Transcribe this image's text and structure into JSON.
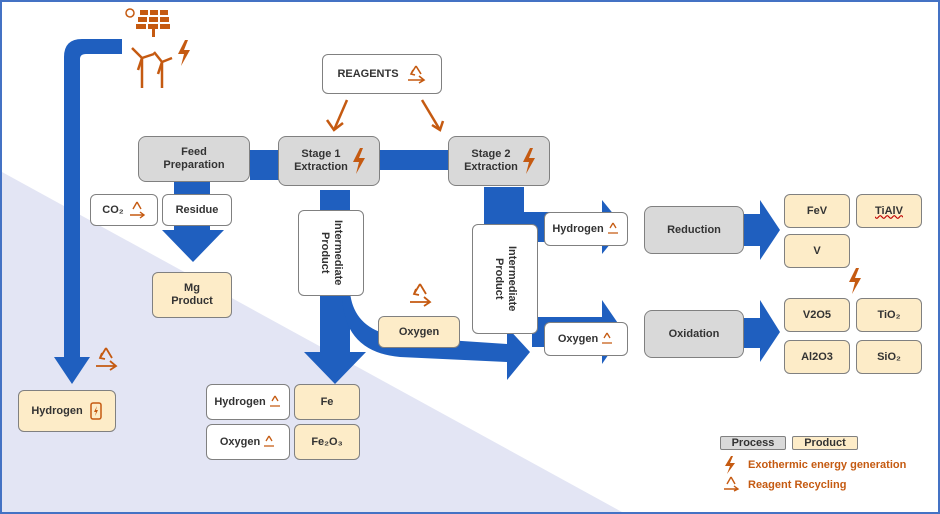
{
  "colors": {
    "arrow": "#1f5fbf",
    "process": "#d9d9d9",
    "product": "#fdecc8",
    "accent": "#c55a11",
    "shade": "#e3e5f4"
  },
  "reagents": "REAGENTS",
  "feed": "Feed Preparation",
  "stage1": "Stage 1 Extraction",
  "stage2": "Stage 2 Extraction",
  "co2": "CO₂",
  "residue": "Residue",
  "mg": "Mg Product",
  "intermediate1": "Intermediate Product",
  "intermediate2": "Intermediate Product",
  "oxygen_mid": "Oxygen",
  "hydrogen_right": "Hydrogen",
  "oxygen_right": "Oxygen",
  "reduction": "Reduction",
  "oxidation": "Oxidation",
  "products_red": [
    "FeV",
    "TiAlV",
    "V"
  ],
  "products_ox": [
    "V2O5",
    "TiO₂",
    "Al2O3",
    "SiO₂"
  ],
  "bottom": [
    {
      "gas": "Hydrogen",
      "product": "Fe"
    },
    {
      "gas": "Oxygen",
      "product": "Fe₂O₃"
    }
  ],
  "hydrogen_left": "Hydrogen",
  "legend": {
    "process": "Process",
    "product": "Product",
    "exo": "Exothermic energy generation",
    "recycle": "Reagent Recycling"
  }
}
